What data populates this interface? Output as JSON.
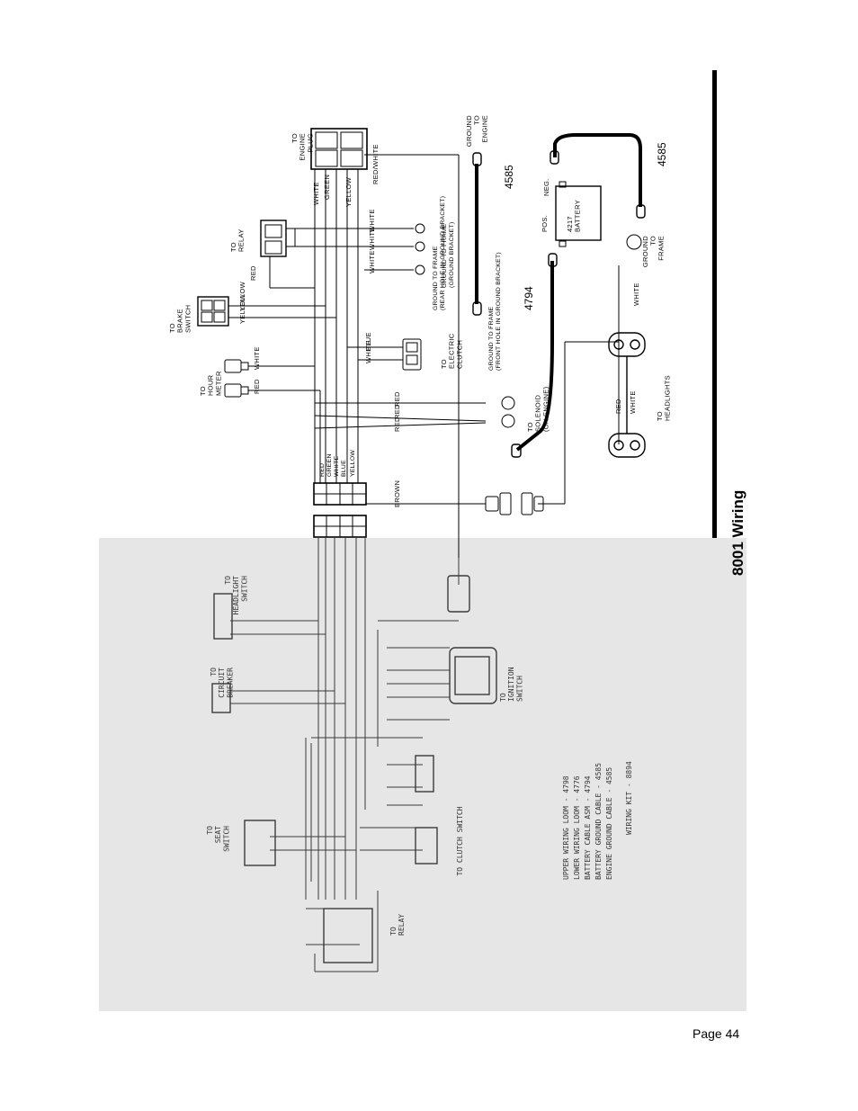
{
  "page": {
    "title": "8001 Wiring",
    "page_number": "Page 44"
  },
  "upper": {
    "plugs": {
      "engine": "TO\nENGINE\nPLUG",
      "relay": "TO\nRELAY",
      "brake": "TO\nBRAKE\nSWITCH",
      "hour": "TO\nHOUR\nMETER",
      "clutch": "TO\nELECTRIC\nCLUTCH",
      "solenoid": "TO\nSOLENOID\n(ON ENGINE)",
      "headlights": "TO\nHEADLIGHTS"
    },
    "wires": {
      "red_white": "RED/WHITE",
      "white": "WHITE",
      "green": "GREEN",
      "yellow": "YELLOW",
      "red": "RED",
      "blue": "BLUE",
      "brown": "BROWN"
    },
    "grounds": {
      "engine": "GROUND\nTO\nENGINE",
      "frame_bracket": "GROUND TO FRAME\n(GROUND BRACKET)",
      "frame_rear": "GROUND TO FRAME\n(REAR HOLE IN GROUND BRACKET)",
      "frame_front": "GROUND TO FRAME\n(FRONT HOLE IN GROUND BRACKET)",
      "frame": "GROUND\nTO\nFRAME"
    },
    "battery": {
      "label": "4217\nBATTERY",
      "pos": "POS.",
      "neg": "NEG."
    },
    "part_numbers": {
      "cable_a": "4585",
      "cable_b": "4585",
      "cable_c": "4794"
    }
  },
  "lower": {
    "labels": {
      "headlight_switch": "TO\nHEADLIGHT\nSWITCH",
      "circuit_breaker": "TO\nCIRCUIT\nBREAKER",
      "ignition": "TO\nIGNITION\nSWITCH",
      "clutch_switch": "TO CLUTCH SWITCH",
      "seat_switch": "TO\nSEAT\nSWITCH",
      "relay": "TO\nRELAY"
    },
    "parts_list": [
      "UPPER WIRING LOOM - 4798",
      "LOWER WIRING LOOM - 4776",
      "BATTERY CABLE ASM - 4794",
      "BATTERY GROUND CABLE - 4585",
      "ENGINE GROUND CABLE - 4585"
    ],
    "kit": "WIRING KIT - 8894"
  },
  "colors": {
    "ink": "#000000",
    "scan_bg": "#e6e6e6",
    "scan_ink": "#3a3a3a"
  }
}
